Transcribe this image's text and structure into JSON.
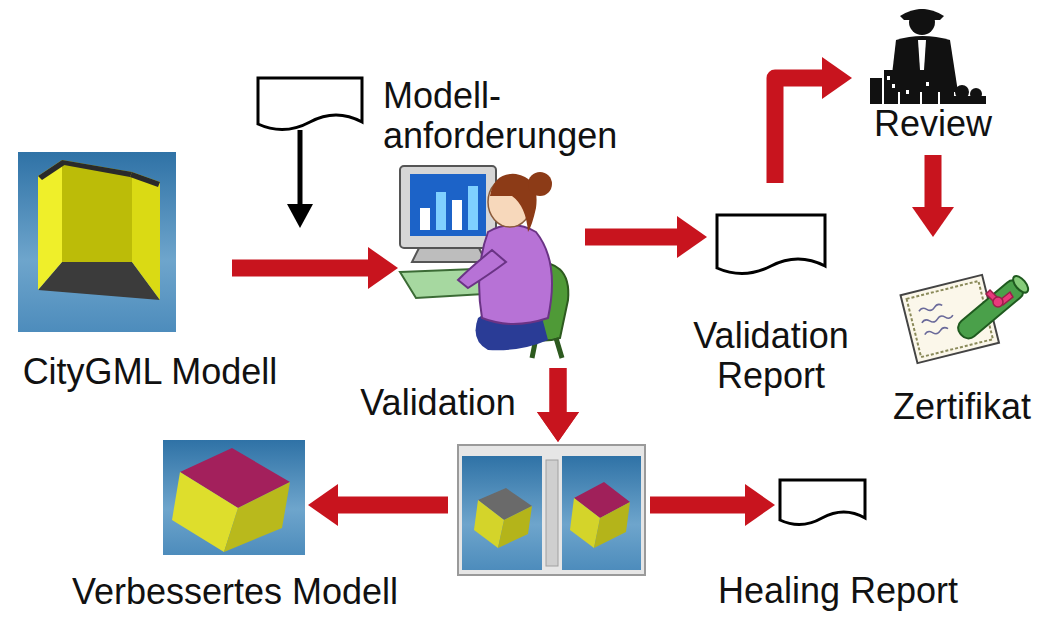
{
  "diagram": {
    "nodes": [
      {
        "text": [
          "Modell- anforderungen"
        ]
      },
      {
        "text": [
          "Review"
        ]
      },
      {
        "text": [
          "CityGML Modell"
        ]
      },
      {
        "text": [
          "Validation"
        ]
      },
      {
        "text": [
          "Validation Report"
        ]
      },
      {
        "text": [
          "Zertifikat"
        ]
      },
      {
        "text": [
          "Verbessertes Modell"
        ]
      },
      {
        "text": [
          "Healing Report"
        ]
      }
    ],
    "edges": [
      {
        "from": 2,
        "to": 3,
        "arrow": "to"
      },
      {
        "from": 0,
        "to": 3,
        "arrow": "to"
      },
      {
        "from": 3,
        "to": 4,
        "arrow": "to"
      },
      {
        "from": 4,
        "to": 1,
        "arrow": "to"
      },
      {
        "from": 1,
        "to": 5,
        "arrow": "to"
      },
      {
        "from": 3,
        "to": 6,
        "arrow": "to"
      },
      {
        "from": 3,
        "to": 7,
        "arrow": "to"
      }
    ]
  }
}
